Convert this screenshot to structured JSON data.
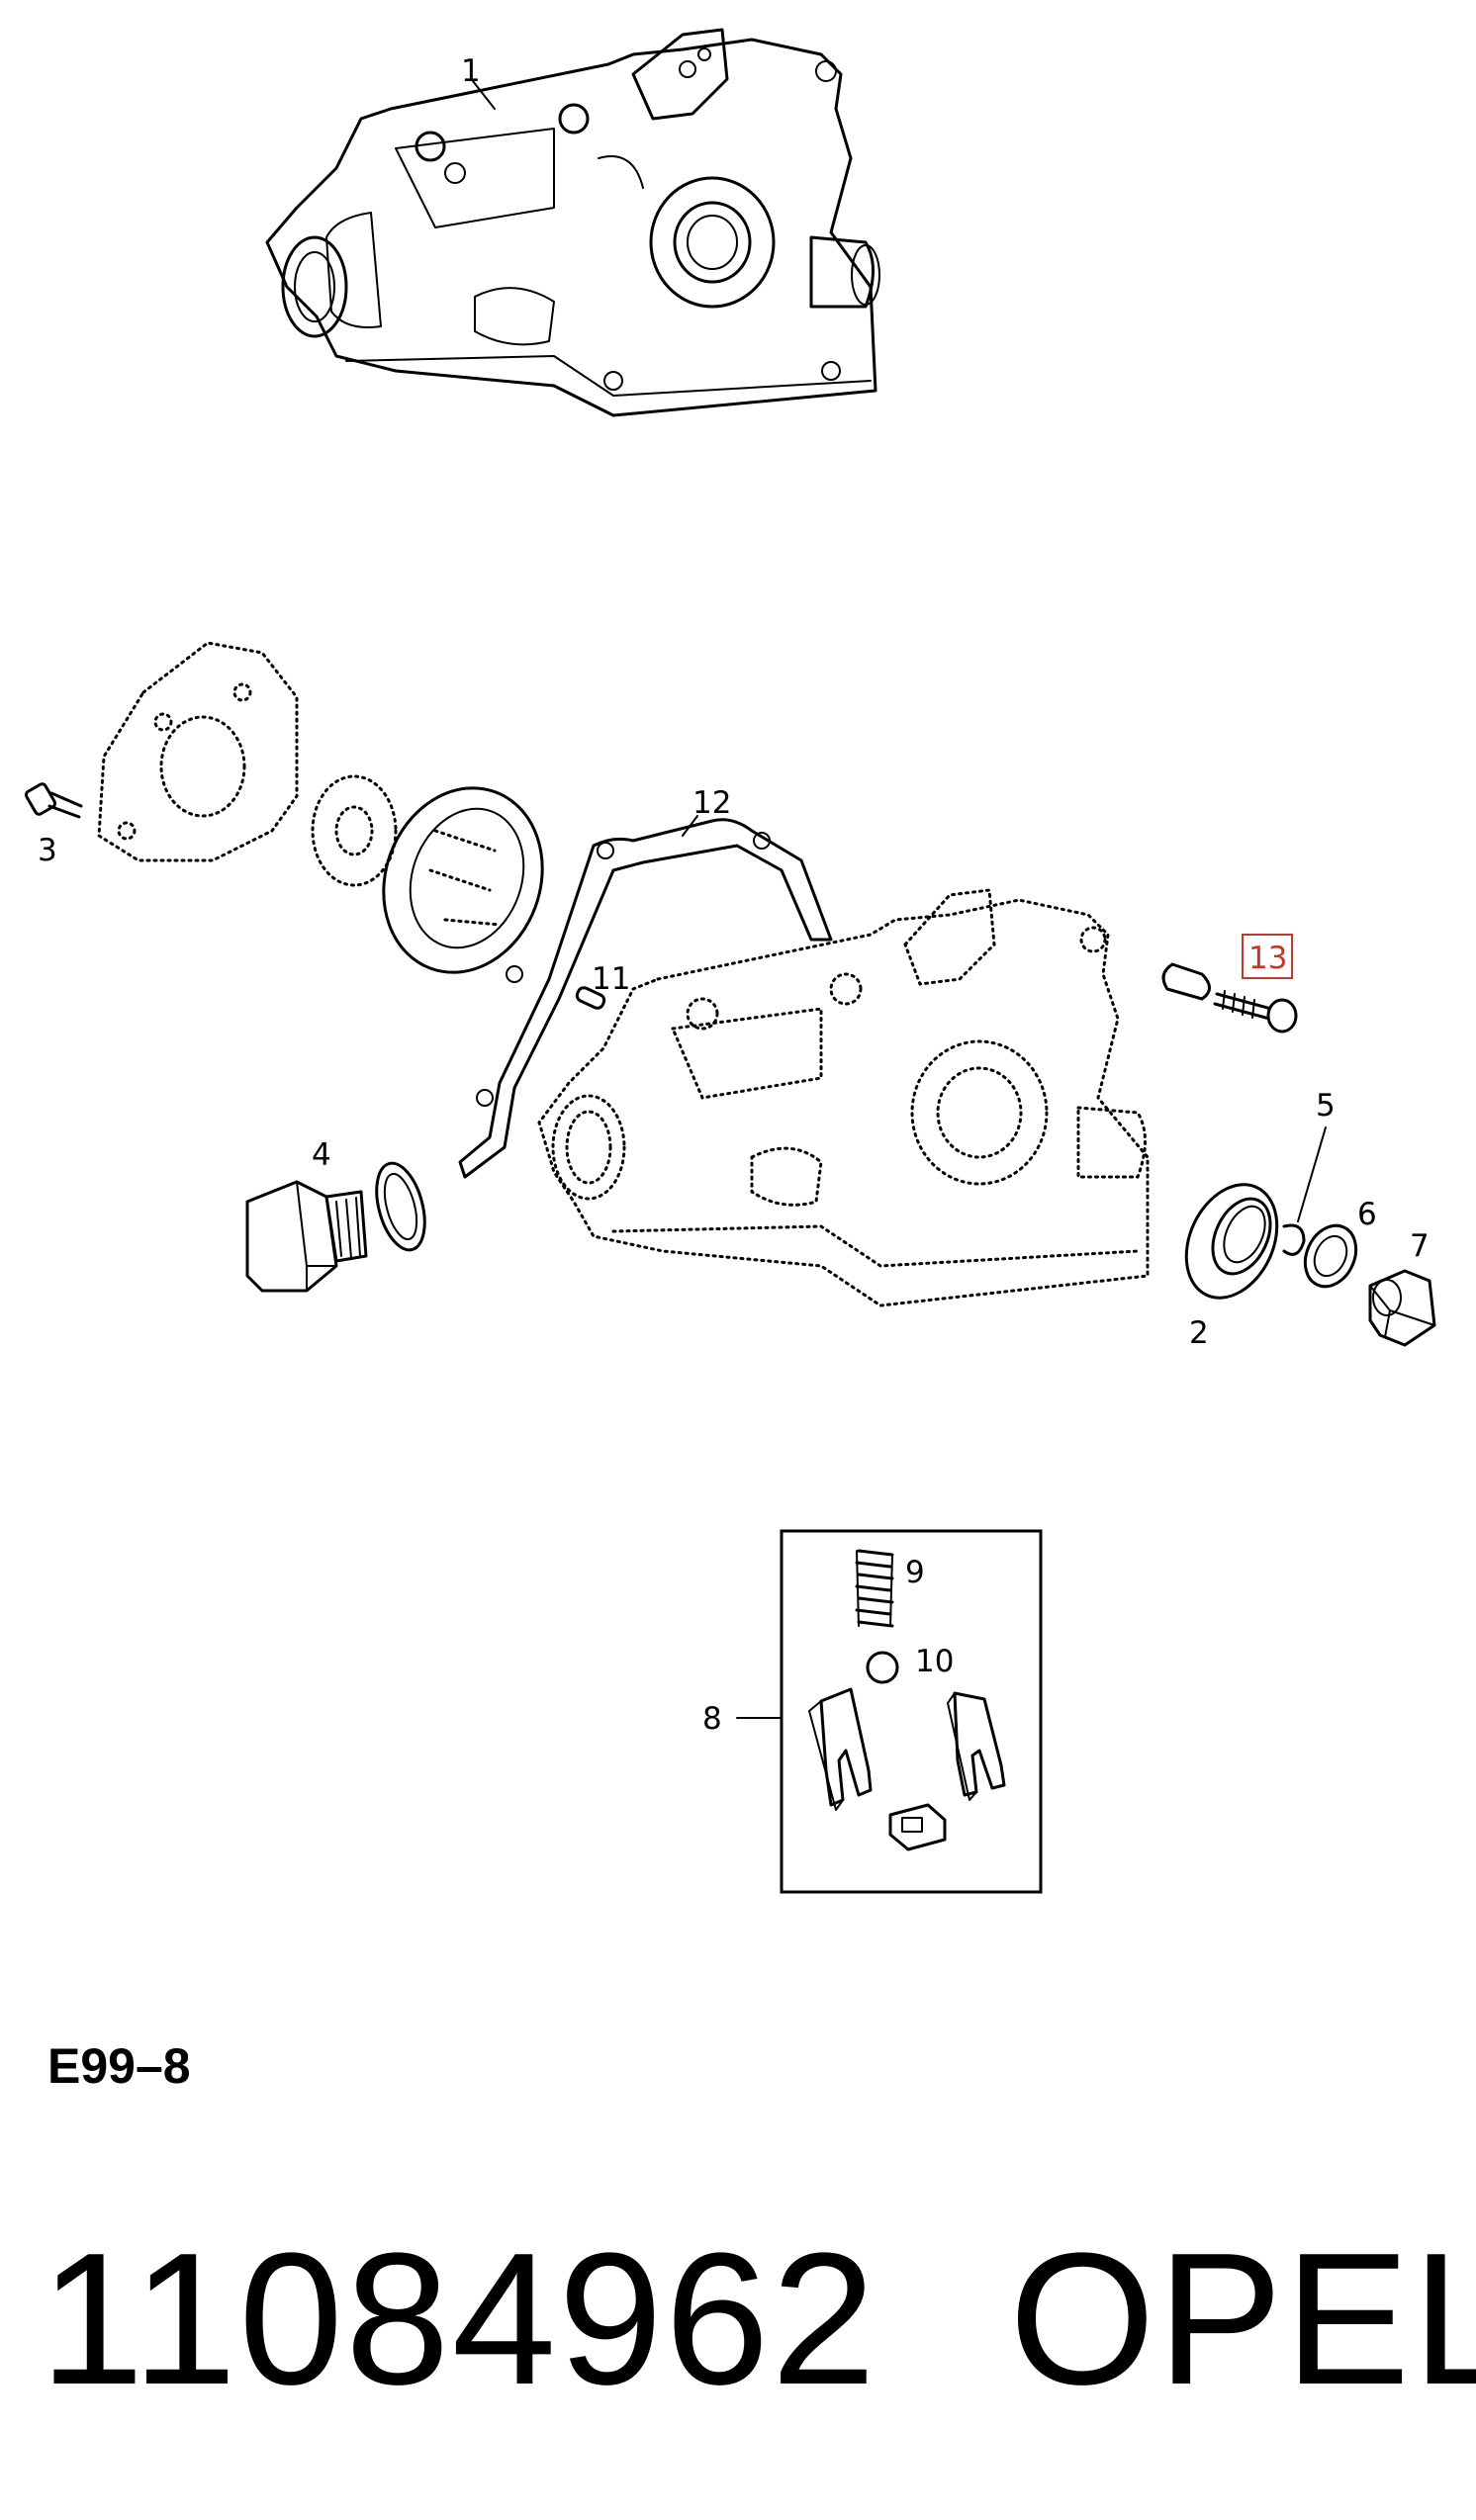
{
  "diagram": {
    "callouts": [
      "1",
      "2",
      "3",
      "4",
      "5",
      "6",
      "7",
      "8",
      "9",
      "10",
      "11",
      "12",
      "13"
    ],
    "highlighted_callout": "13",
    "highlight_color": "#c0392b"
  },
  "footer": {
    "diagram_code": "E99–8",
    "part_number": "11084962",
    "brand": "OPEL"
  }
}
